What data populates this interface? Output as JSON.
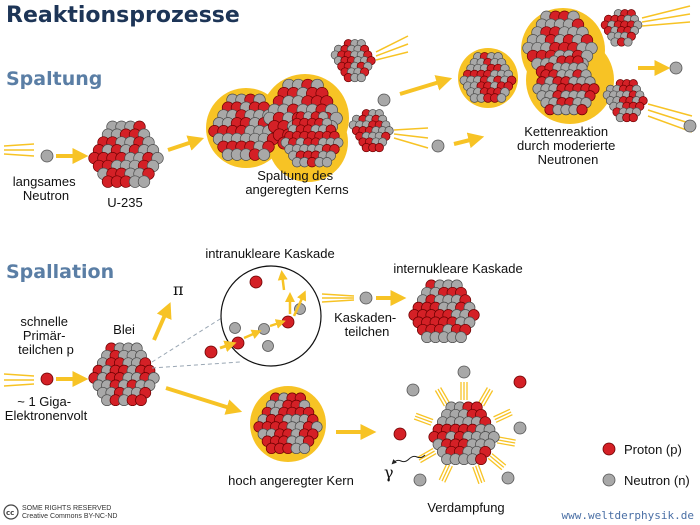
{
  "title": "Reaktionsprozesse",
  "sections": {
    "fission": "Spaltung",
    "spallation": "Spallation"
  },
  "labels": {
    "slow_neutron": [
      "langsames",
      "Neutron"
    ],
    "u235": "U-235",
    "fission_excited": [
      "Spaltung des",
      "angeregten Kerns"
    ],
    "chain": [
      "Kettenreaktion",
      "durch moderierte",
      "Neutronen"
    ],
    "fast_primary": [
      "schnelle",
      "Primär-",
      "teilchen p"
    ],
    "energy": [
      "~ 1 Giga-",
      "Elektronenvolt"
    ],
    "lead": "Blei",
    "pi": "π",
    "gamma": "γ",
    "intra": "intranukleare Kaskade",
    "inter": "internukleare Kaskade",
    "cascade": [
      "Kaskaden-",
      "teilchen"
    ],
    "excited_nucleus": "hoch angeregter Kern",
    "evaporation": "Verdampfung"
  },
  "legend": {
    "proton": "Proton (p)",
    "neutron": "Neutron (n)"
  },
  "footer": {
    "rights": [
      "SOME RIGHTS RESERVED",
      "Creative Commons BY-NC-ND"
    ],
    "url": "www.weltderphysik.de"
  },
  "colors": {
    "proton": "#d42026",
    "neutron": "#a8a8a8",
    "arrow": "#f7c325",
    "glow": "#f7c325",
    "title": "#1d3557",
    "section": "#5a7ea5"
  }
}
